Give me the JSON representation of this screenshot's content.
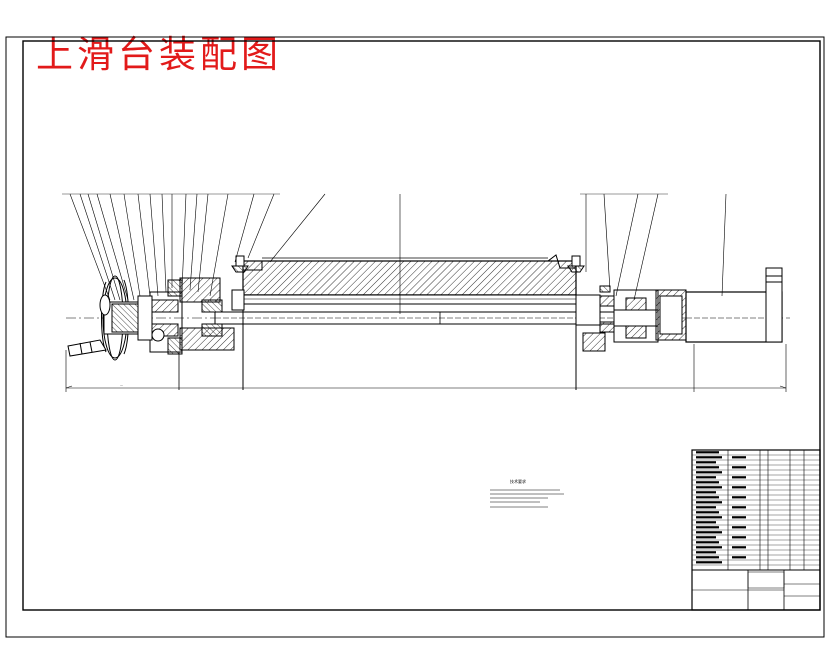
{
  "drawing": {
    "title": "上滑台装配图",
    "title_color": "#e21a1a",
    "line_color": "#000000",
    "balloon_count_left": 16,
    "balloon_count_right": 4
  },
  "notes": {
    "heading": "技术要求",
    "lines": 5
  },
  "title_block": {
    "parts_rows": 24,
    "illegible": true
  }
}
